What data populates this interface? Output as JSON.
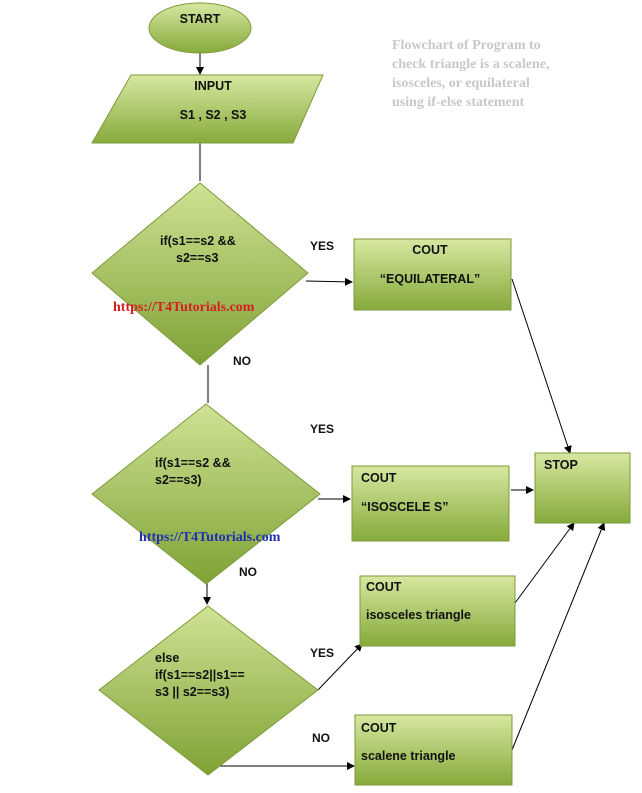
{
  "caption": [
    "Flowchart of Program to",
    "check triangle is a scalene,",
    "isosceles, or equilateral",
    "using if-else statement"
  ],
  "start": "START",
  "input": {
    "title": "INPUT",
    "vars": "S1  , S2 , S3"
  },
  "decision1": [
    "if(s1==s2 &&",
    "s2==s3"
  ],
  "decision2": [
    "if(s1==s2 &&",
    "s2==s3)"
  ],
  "decision3": [
    "else",
    "if(s1==s2||s1==",
    "s3 || s2==s3)"
  ],
  "out_equilateral": {
    "title": "COUT",
    "text": "“EQUILATERAL”"
  },
  "out_isosceles": {
    "title": "COUT",
    "text": "“ISOSCELE S”"
  },
  "out_isosceles_triangle": {
    "title": "COUT",
    "text": "isosceles triangle"
  },
  "out_scalene": {
    "title": "COUT",
    "text": "scalene triangle"
  },
  "stop": "STOP",
  "labels": {
    "yes": "YES",
    "no": "NO"
  },
  "watermark": "https://T4Tutorials.com",
  "colors": {
    "fill_light": "#d3e59a",
    "fill_dark": "#8bad3f",
    "stroke": "#7f9a3a",
    "watermark_red": "#d42020",
    "watermark_blue": "#2030b0",
    "caption_gray": "#c8c8c8"
  }
}
